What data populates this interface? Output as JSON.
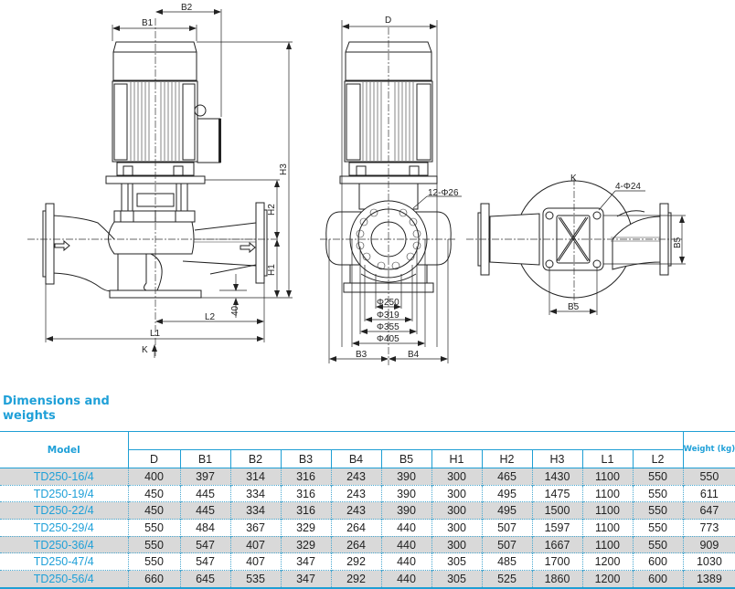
{
  "drawing": {
    "labels": {
      "B1": "B1",
      "B2": "B2",
      "H1": "H1",
      "H2": "H2",
      "H3": "H3",
      "L1": "L1",
      "L2": "L2",
      "K": "K",
      "d40": "40",
      "D": "D",
      "bolt12": "12-Φ26",
      "phi250": "Φ250",
      "phi319": "Φ319",
      "phi355": "Φ355",
      "phi405": "Φ405",
      "B3": "B3",
      "B4": "B4",
      "K2": "K",
      "bolt4": "4-Φ24",
      "B5h": "B5",
      "B5v": "B5"
    }
  },
  "section": {
    "title": "Dimensions and weights"
  },
  "table": {
    "model_header": "Model",
    "weight_header": "Weight (kg)",
    "columns": [
      "D",
      "B1",
      "B2",
      "B3",
      "B4",
      "B5",
      "H1",
      "H2",
      "H3",
      "L1",
      "L2"
    ],
    "rows": [
      {
        "model": "TD250-16/4",
        "values": [
          "400",
          "397",
          "314",
          "316",
          "243",
          "390",
          "300",
          "465",
          "1430",
          "1100",
          "550"
        ],
        "weight": "550"
      },
      {
        "model": "TD250-19/4",
        "values": [
          "450",
          "445",
          "334",
          "316",
          "243",
          "390",
          "300",
          "495",
          "1475",
          "1100",
          "550"
        ],
        "weight": "611"
      },
      {
        "model": "TD250-22/4",
        "values": [
          "450",
          "445",
          "334",
          "316",
          "243",
          "390",
          "300",
          "495",
          "1500",
          "1100",
          "550"
        ],
        "weight": "647"
      },
      {
        "model": "TD250-29/4",
        "values": [
          "550",
          "484",
          "367",
          "329",
          "264",
          "440",
          "300",
          "507",
          "1597",
          "1100",
          "550"
        ],
        "weight": "773"
      },
      {
        "model": "TD250-36/4",
        "values": [
          "550",
          "547",
          "407",
          "329",
          "264",
          "440",
          "300",
          "507",
          "1667",
          "1100",
          "550"
        ],
        "weight": "909"
      },
      {
        "model": "TD250-47/4",
        "values": [
          "550",
          "547",
          "407",
          "347",
          "292",
          "440",
          "305",
          "485",
          "1700",
          "1200",
          "600"
        ],
        "weight": "1030"
      },
      {
        "model": "TD250-56/4",
        "values": [
          "660",
          "645",
          "535",
          "347",
          "292",
          "440",
          "305",
          "525",
          "1860",
          "1200",
          "600"
        ],
        "weight": "1389"
      }
    ]
  }
}
